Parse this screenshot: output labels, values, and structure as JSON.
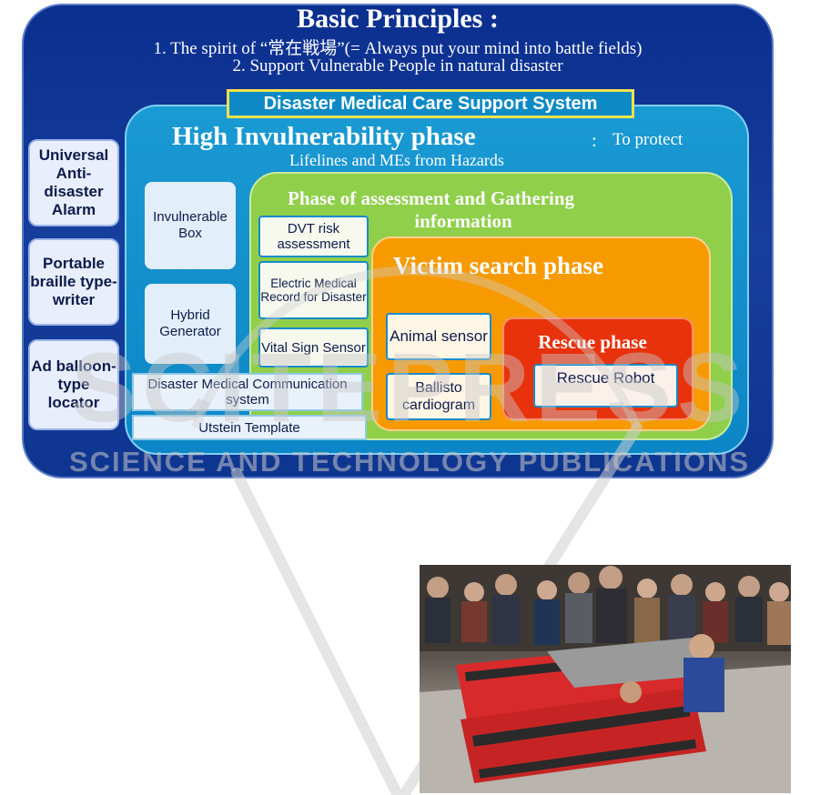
{
  "header": {
    "title": "Basic Principles :",
    "principle_1": "1. The spirit of “常在戦場”(= Always put your mind into battle fields)",
    "principle_2": "2. Support Vulnerable People in natural disaster"
  },
  "side_items": [
    "Universal Anti-disaster Alarm",
    "Portable braille type-writer",
    "Ad balloon-type locator"
  ],
  "system": {
    "label": "Disaster Medical Care Support System",
    "high_title": "High Invulnerability phase",
    "high_colon": ":",
    "high_sub_1": "To protect",
    "high_sub_2": "Lifelines and MEs from Hazards",
    "left_boxes": [
      "Invulnerable Box",
      "Hybrid Generator"
    ],
    "bottom_boxes": [
      "Disaster Medical Communication system",
      "Utstein Template"
    ]
  },
  "assessment": {
    "title_1": "Phase of assessment and Gathering",
    "title_2": "information",
    "boxes": [
      "DVT risk assessment",
      "Electric Medical Record for Disaster",
      "Vital Sign Sensor"
    ]
  },
  "victim": {
    "title": "Victim search phase",
    "boxes": [
      "Animal sensor",
      "Ballisto cardiogram"
    ]
  },
  "rescue": {
    "title": "Rescue phase",
    "robot": "Rescue Robot"
  },
  "watermark": {
    "line_1": "SCITEPRESS",
    "line_2": "SCIENCE AND TECHNOLOGY PUBLICATIONS"
  },
  "colors": {
    "outer": "#0e3590",
    "system": "#1a9ad3",
    "assessment": "#8fcf4a",
    "victim": "#f79a00",
    "rescue": "#e8320c",
    "label_border": "#f3e24c"
  }
}
